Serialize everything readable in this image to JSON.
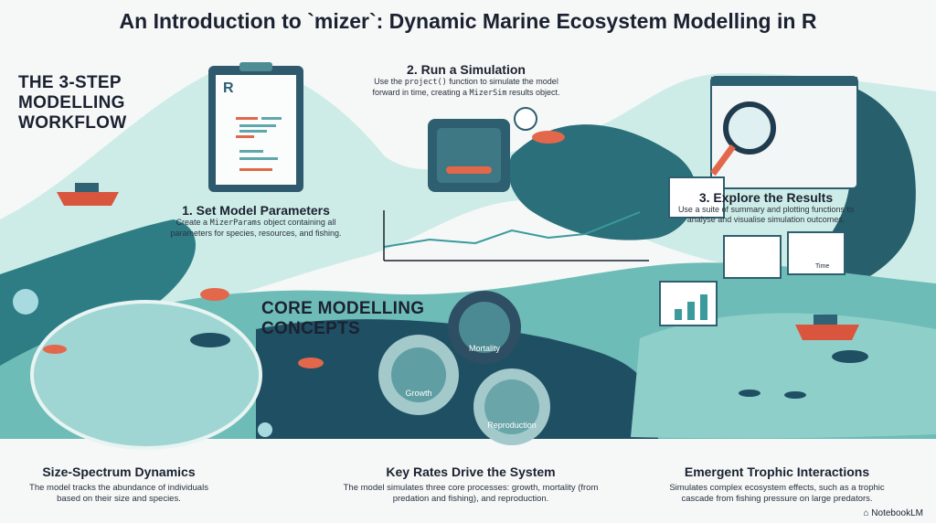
{
  "title": "An Introduction to `mizer`: Dynamic Marine Ecosystem Modelling in R",
  "workflow": {
    "heading_line1": "THE 3-STEP",
    "heading_line2": "MODELLING",
    "heading_line3": "WORKFLOW",
    "steps": [
      {
        "title": "1. Set Model Parameters",
        "desc_pre": "Create a ",
        "code": "MizerParams",
        "desc_post": " object containing all parameters for species, resources, and fishing."
      },
      {
        "title": "2. Run a Simulation",
        "desc_pre": "Use the ",
        "code": "project()",
        "desc_mid": " function to simulate the model forward in time, creating a ",
        "code2": "MizerSim",
        "desc_post": " results object."
      },
      {
        "title": "3. Explore the Results",
        "desc": "Use a suite of summary and plotting functions to analyse and visualise simulation outcomes."
      }
    ]
  },
  "concepts": {
    "heading_line1": "CORE MODELLING",
    "heading_line2": "CONCEPTS",
    "gears": [
      "Growth",
      "Mortality",
      "Reproduction"
    ],
    "items": [
      {
        "title": "Size-Spectrum Dynamics",
        "desc": "The model tracks the abundance of individuals based on their size and species."
      },
      {
        "title": "Key Rates Drive the System",
        "desc": "The model simulates three core processes: growth, mortality (from predation and fishing), and reproduction."
      },
      {
        "title": "Emergent Trophic Interactions",
        "desc": "Simulates complex ecosystem effects, such as a trophic cascade from fishing pressure on large predators."
      }
    ]
  },
  "clipboard": {
    "logo": "R"
  },
  "mini_chart_axis": "Time",
  "brand": "NotebookLM",
  "colors": {
    "teal_dark": "#1f5e6e",
    "teal": "#3a9a9c",
    "teal_light": "#bfe6e1",
    "coral": "#e2674b",
    "navy": "#1b2130"
  }
}
